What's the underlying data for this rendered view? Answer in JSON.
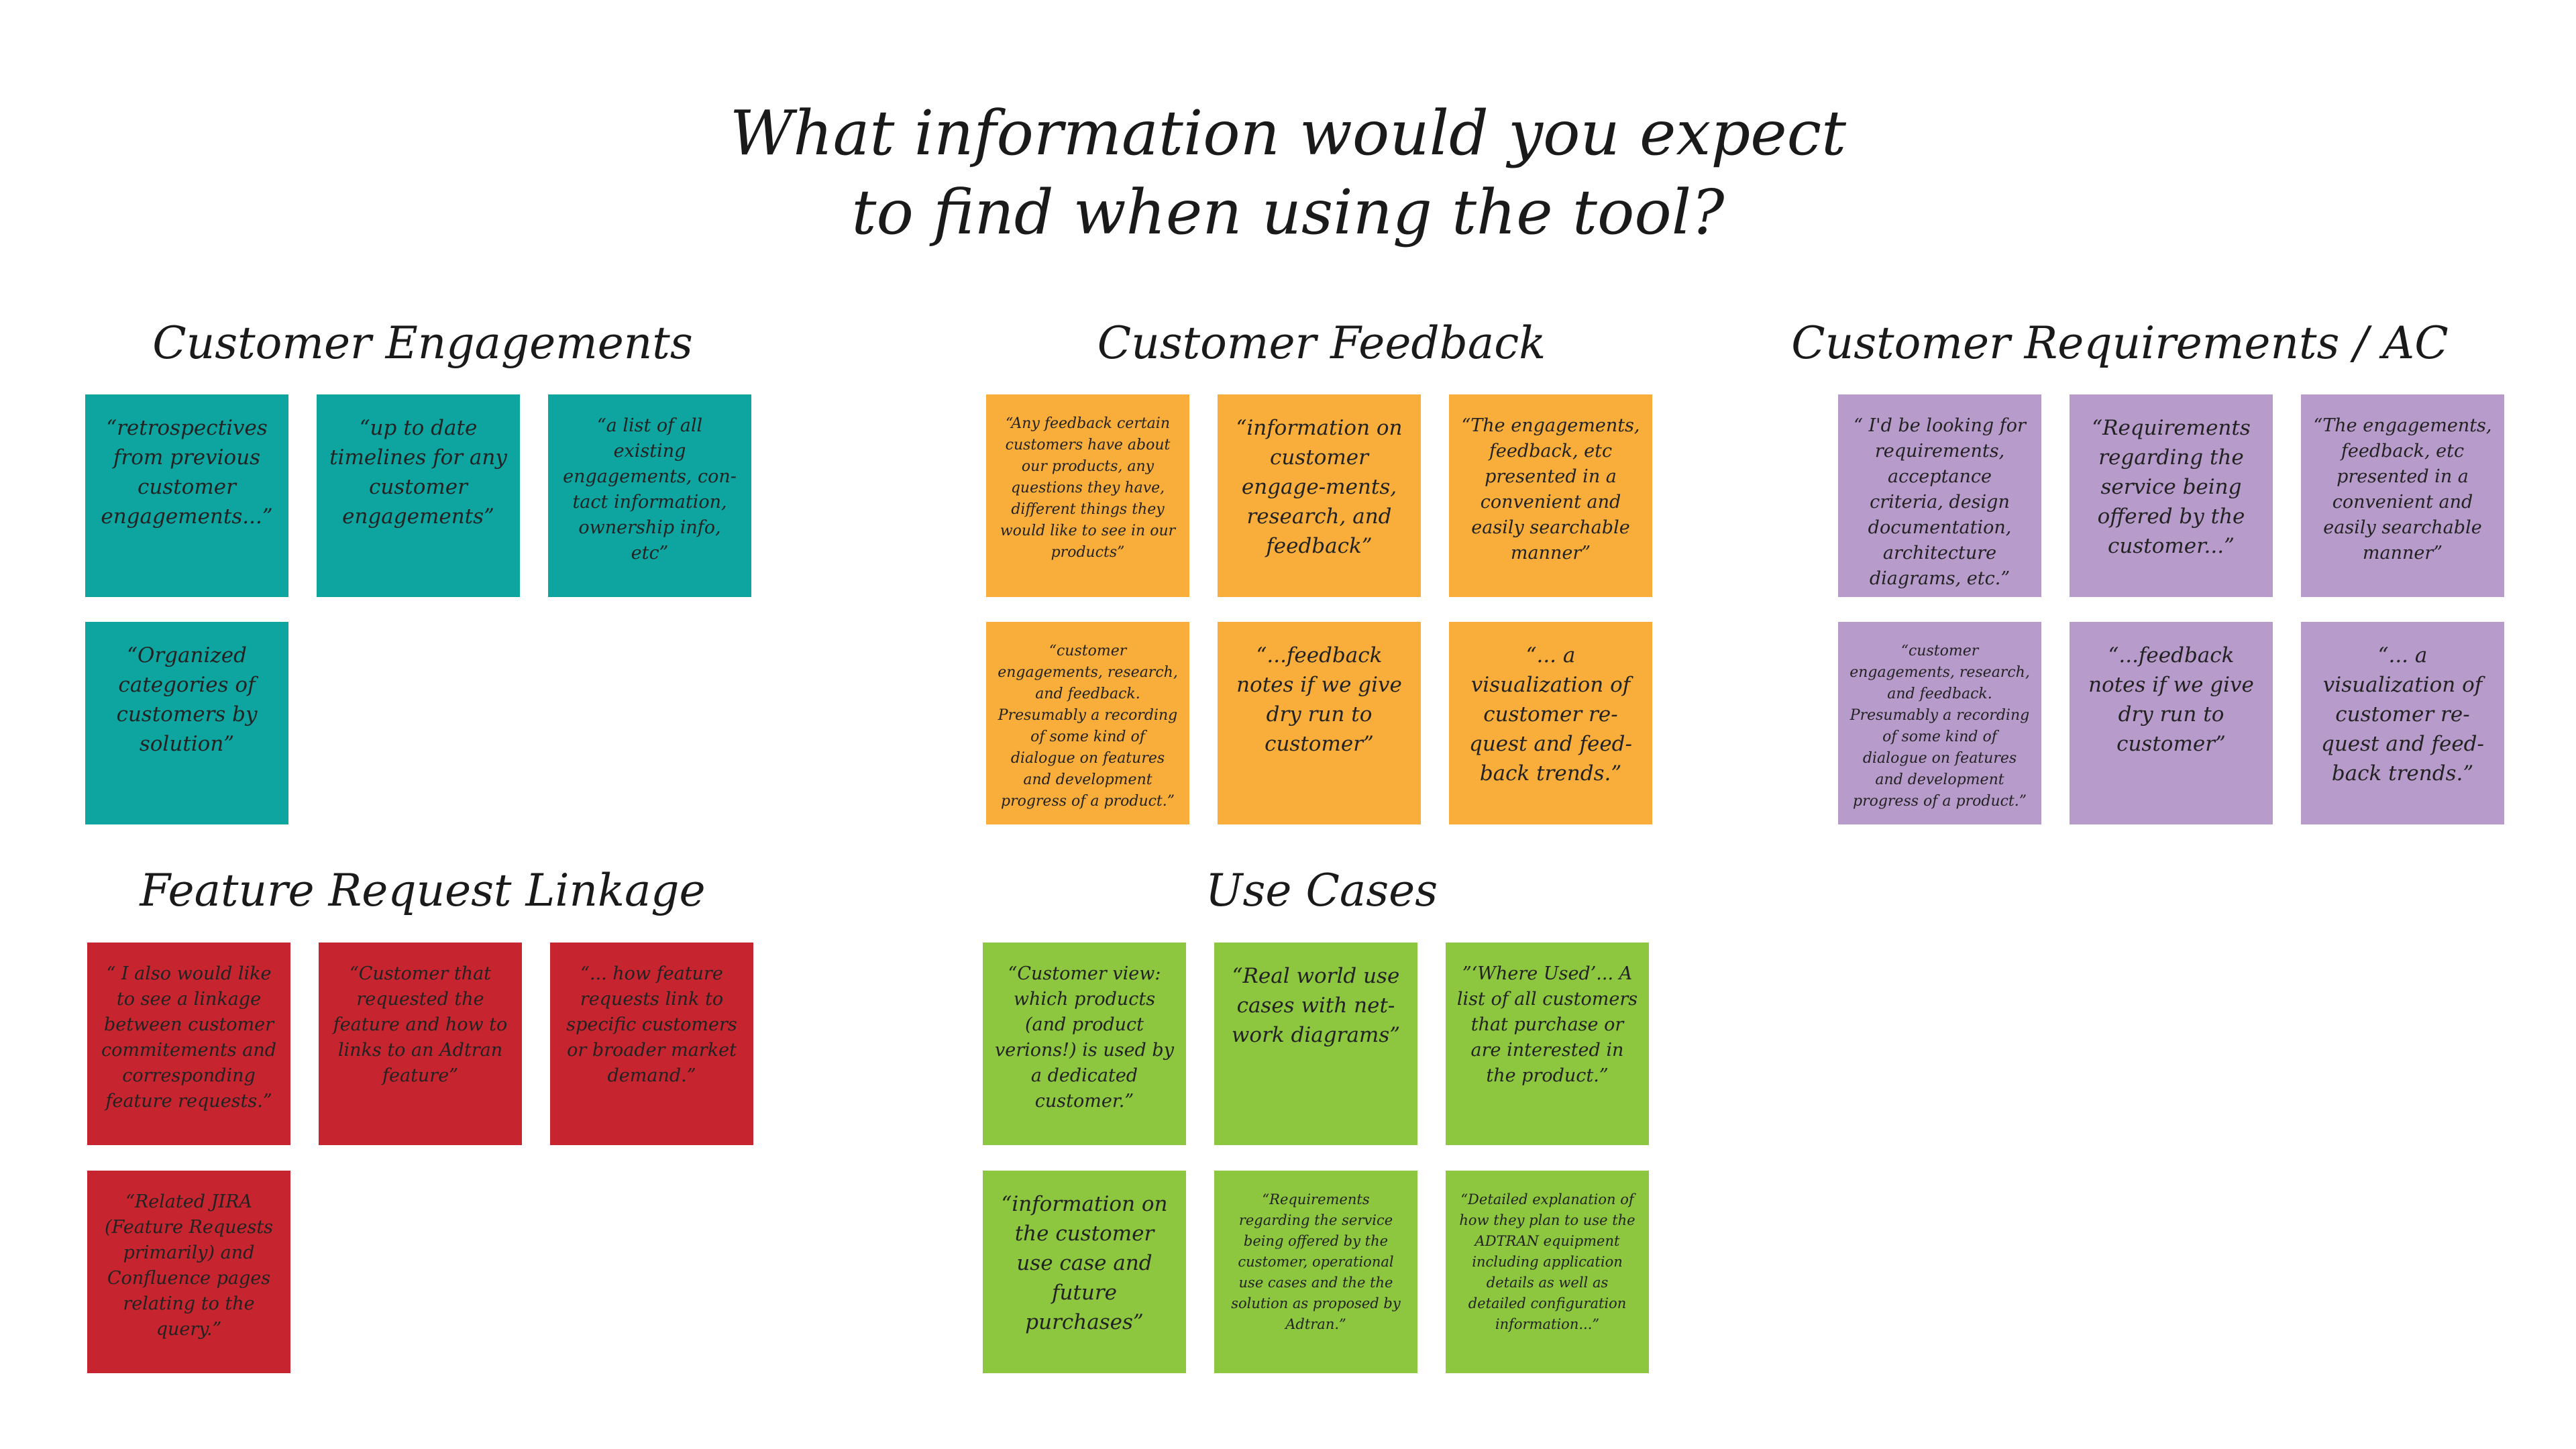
{
  "board": {
    "title_line1": "What information would you expect",
    "title_line2": "to find when using the tool?"
  },
  "colors": {
    "teal": "#0ea5a0",
    "orange": "#f9ae3c",
    "purple": "#b79bcb",
    "red": "#c6252f",
    "green": "#8dc63f"
  },
  "groups": {
    "engagements": {
      "title": "Customer Engagements",
      "notes": [
        "“retrospectives from previous customer engagements...”",
        "“up to date timelines for any customer engagements”",
        "“a list of all existing engagements, con-tact information, ownership info, etc”",
        "“Organized categories of customers by solution”"
      ]
    },
    "feedback": {
      "title": "Customer Feedback",
      "notes": [
        "“Any feedback certain customers have about our products, any questions they have, different things they would like to see in our products”",
        "“information on customer engage-ments, research, and feedback”",
        "“The engagements, feedback, etc presented in a convenient and easily searchable manner”",
        "“customer engagements, research, and feedback. Presumably a recording of some kind of dialogue on features and development progress of a product.”",
        "“...feedback notes if we give dry run to customer”",
        "“... a visualization of customer re-quest and feed-back trends.”"
      ]
    },
    "requirements": {
      "title": "Customer Requirements / AC",
      "notes": [
        "“ I'd be looking for requirements, acceptance criteria, design documentation, architecture diagrams, etc.”",
        "“Requirements regarding the service being offered by the customer...”",
        "“The engagements, feedback, etc presented in a convenient and easily searchable manner”",
        "“customer engagements, research, and feedback. Presumably a recording of some kind of dialogue on features and development progress of a product.”",
        "“...feedback notes if we give dry run to customer”",
        "“... a visualization of customer re-quest and feed-back trends.”"
      ]
    },
    "feature_request": {
      "title": "Feature Request Linkage",
      "notes": [
        "“ I also would like to see a linkage between customer commitements and corresponding feature requests.”",
        "“Customer that requested the feature and how to links to an Adtran feature”",
        "“... how feature requests link to specific customers or broader market demand.”",
        "“Related JIRA (Feature Requests primarily) and Confluence pages relating to the query.”"
      ]
    },
    "use_cases": {
      "title": "Use Cases",
      "notes": [
        "“Customer view: which products (and product verions!) is used by a dedicated customer.”",
        "“Real world use cases with net-work diagrams”",
        "”‘Where Used’... A list of all customers that purchase or are interested in the product.”",
        "“information on the customer use case and future purchases”",
        "“Requirements regarding the service being offered by the customer, operational use cases and the the solution as proposed by Adtran.”",
        "“Detailed explanation of how they plan to use the ADTRAN equipment including application details as well as detailed configuration information...”"
      ]
    }
  }
}
